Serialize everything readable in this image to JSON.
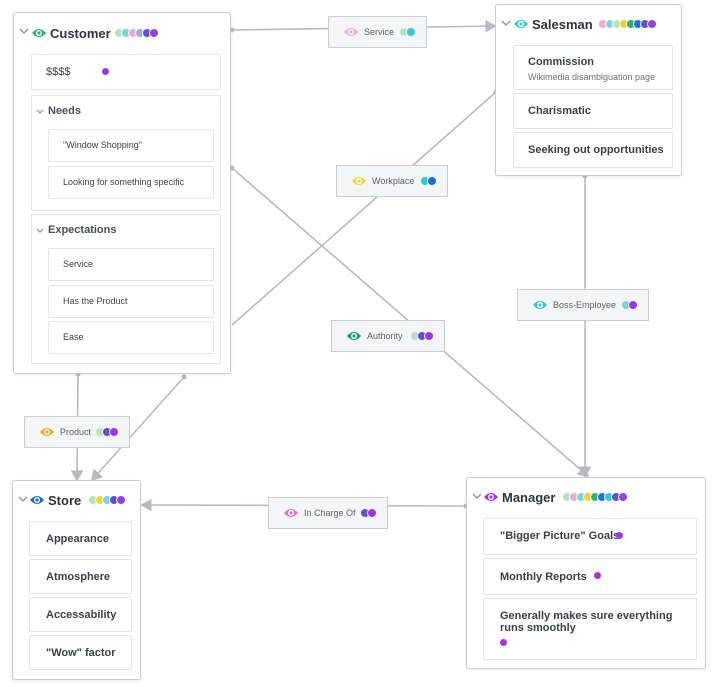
{
  "entities": {
    "customer": {
      "title": "Customer",
      "eye_color": "#2fb36b",
      "dots": [
        "#b6e3b8",
        "#7dd3e0",
        "#f1a7d8",
        "#a0a7f0",
        "#5a4fd6",
        "#9a3ee6"
      ],
      "price_item": "$$$$",
      "needs": {
        "label": "Needs",
        "items": [
          "\"Window Shopping\"",
          "Looking for something specific"
        ]
      },
      "expectations": {
        "label": "Expectations",
        "items": [
          "Service",
          "Has the Product",
          "Ease"
        ]
      }
    },
    "salesman": {
      "title": "Salesman",
      "eye_color": "#37c7d6",
      "dots": [
        "#f1a7d8",
        "#7dd3e0",
        "#b6e3b8",
        "#f2d13a",
        "#2fb36b",
        "#1a73e8",
        "#5a4fd6",
        "#9a3ee6"
      ],
      "items": [
        {
          "label": "Commission",
          "sub": "Wikimedia disambiguation page"
        },
        {
          "label": "Charismatic"
        },
        {
          "label": "Seeking out opportunities"
        }
      ]
    },
    "store": {
      "title": "Store",
      "eye_color": "#1a6fd6",
      "dots": [
        "#b6e3b8",
        "#f2d13a",
        "#7dd3e0",
        "#5a4fd6",
        "#9a3ee6"
      ],
      "items": [
        "Appearance",
        "Atmosphere",
        "Accessability",
        "\"Wow\" factor"
      ]
    },
    "manager": {
      "title": "Manager",
      "eye_color": "#a035e6",
      "dots": [
        "#b6e3b8",
        "#f1a7d8",
        "#7dd3e0",
        "#f2d13a",
        "#2fb36b",
        "#1a73e8",
        "#37c7d6",
        "#5a4fd6",
        "#9a3ee6"
      ],
      "items": [
        "\"Bigger Picture\" Goals",
        "Monthly Reports",
        "Generally makes sure everything runs smoothly"
      ]
    }
  },
  "relations": {
    "service": {
      "label": "Service",
      "eye_color": "#f1a7d8",
      "dots": [
        "#b6e3b8",
        "#37c7d6"
      ]
    },
    "workplace": {
      "label": "Workplace",
      "eye_color": "#f2d13a",
      "dots": [
        "#37c7d6",
        "#1a6fd6"
      ]
    },
    "boss_employee": {
      "label": "Boss-Employee",
      "eye_color": "#37c7d6",
      "dots": [
        "#7dd3e0",
        "#a035e6"
      ]
    },
    "authority": {
      "label": "Authority",
      "eye_color": "#15a06a",
      "dots": [
        "#b6e3b8",
        "#5a4fd6",
        "#a035e6"
      ]
    },
    "product": {
      "label": "Product",
      "eye_color": "#f0a526",
      "dots": [
        "#b6e3b8",
        "#5a4fd6",
        "#a035e6"
      ]
    },
    "in_charge_of": {
      "label": "In Charge Of",
      "eye_color": "#d96fd8",
      "dots": [
        "#5a4fd6",
        "#a035e6"
      ]
    }
  },
  "colors": {
    "line": "#b7bac4",
    "item_dot": "#a035e6"
  }
}
